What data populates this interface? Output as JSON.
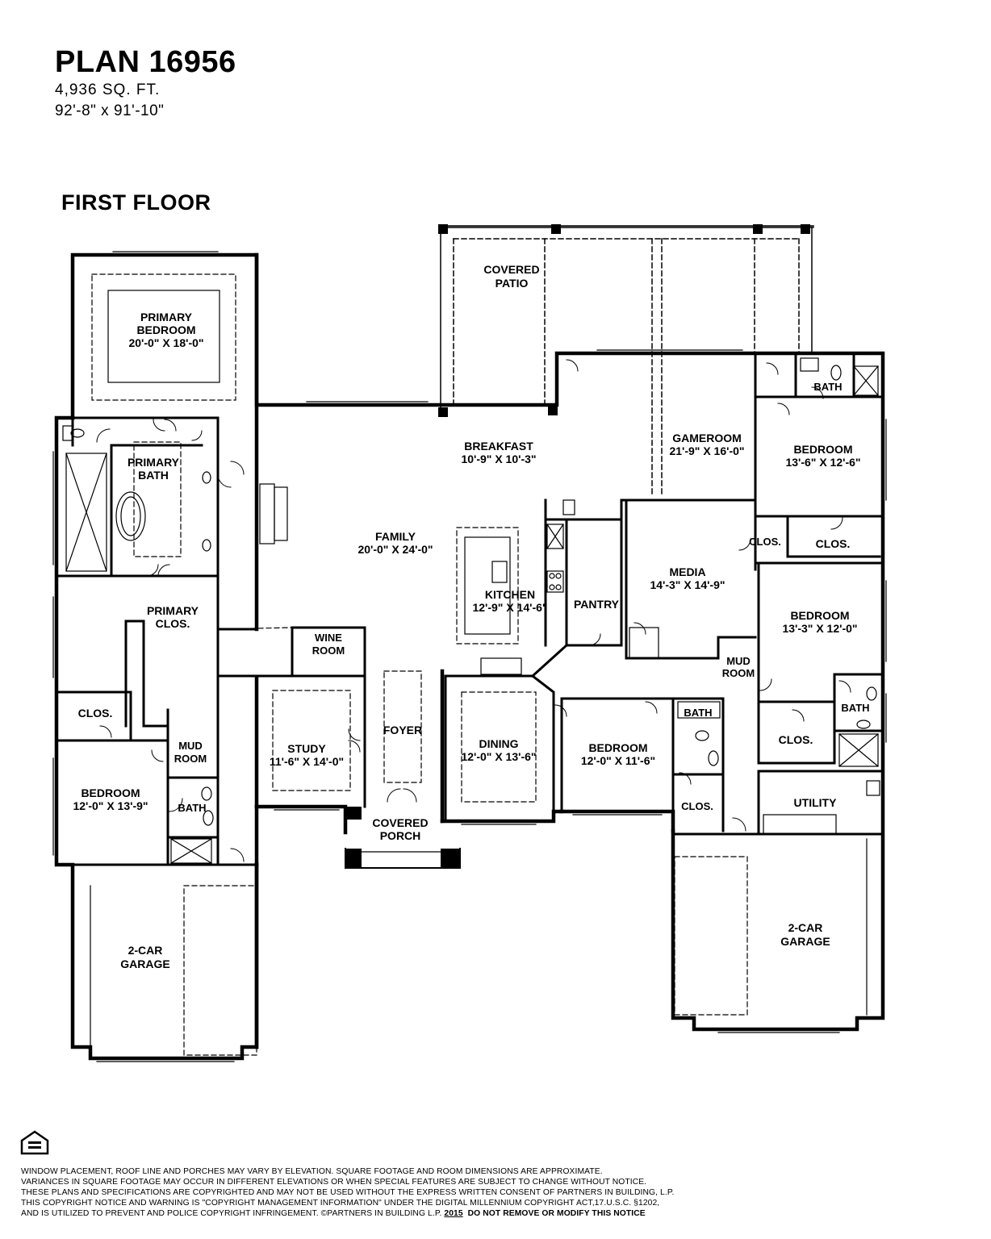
{
  "header": {
    "plan_title": "PLAN 16956",
    "square_feet": "4,936 SQ. FT.",
    "dimensions": "92'-8\" x 91'-10\"",
    "floor_label": "FIRST FLOOR"
  },
  "rooms": {
    "covered_patio": [
      "COVERED",
      "PATIO"
    ],
    "primary_bedroom": [
      "PRIMARY",
      "BEDROOM",
      "20'-0\" X 18'-0\""
    ],
    "primary_bath": [
      "PRIMARY",
      "BATH"
    ],
    "primary_closet": [
      "PRIMARY",
      "CLOS."
    ],
    "breakfast": [
      "BREAKFAST",
      "10'-9\" X 10'-3\""
    ],
    "gameroom": [
      "GAMEROOM",
      "21'-9\" X 16'-0\""
    ],
    "bath_top_right": [
      "BATH"
    ],
    "bedroom_top_right": [
      "BEDROOM",
      "13'-6\" X 12'-6\""
    ],
    "family": [
      "FAMILY",
      "20'-0\" X 24'-0\""
    ],
    "kitchen": [
      "KITCHEN",
      "12'-9\" X 14'-6\""
    ],
    "pantry": [
      "PANTRY"
    ],
    "media": [
      "MEDIA",
      "14'-3\" X 14'-9\""
    ],
    "closet_media": [
      "CLOS."
    ],
    "closet_bedroom_top_right": [
      "CLOS."
    ],
    "bedroom_right_middle": [
      "BEDROOM",
      "13'-3\" X 12'-0\""
    ],
    "wine_room": [
      "WINE",
      "ROOM"
    ],
    "mud_room_center": [
      "MUD",
      "ROOM"
    ],
    "study": [
      "STUDY",
      "11'-6\" X 14'-0\""
    ],
    "foyer": [
      "FOYER"
    ],
    "dining": [
      "DINING",
      "12'-0\" X 13'-6\""
    ],
    "bedroom_center": [
      "BEDROOM",
      "12'-0\" X 11'-6\""
    ],
    "bath_center": [
      "BATH"
    ],
    "bath_right": [
      "BATH"
    ],
    "closet_right": [
      "CLOS."
    ],
    "closet_center": [
      "CLOS."
    ],
    "utility": [
      "UTILITY"
    ],
    "closet_left": [
      "CLOS."
    ],
    "mud_room_left": [
      "MUD",
      "ROOM"
    ],
    "bedroom_left": [
      "BEDROOM",
      "12'-0\" X 13'-9\""
    ],
    "bath_left": [
      "BATH"
    ],
    "covered_porch": [
      "COVERED",
      "PORCH"
    ],
    "garage_left": [
      "2-CAR",
      "GARAGE"
    ],
    "garage_right": [
      "2-CAR",
      "GARAGE"
    ]
  },
  "disclaimer": {
    "line1": "WINDOW PLACEMENT, ROOF LINE AND PORCHES MAY VARY BY ELEVATION.  SQUARE FOOTAGE AND ROOM DIMENSIONS ARE APPROXIMATE.",
    "line2": "VARIANCES IN SQUARE FOOTAGE MAY OCCUR IN DIFFERENT ELEVATIONS OR WHEN SPECIAL FEATURES ARE SUBJECT TO CHANGE WITHOUT NOTICE.",
    "line3": "THESE PLANS AND SPECIFICATIONS ARE COPYRIGHTED AND MAY NOT BE USED WITHOUT THE EXPRESS WRITTEN CONSENT OF PARTNERS IN BUILDING, L.P.",
    "line4": "THIS COPYRIGHT NOTICE AND WARNING IS \"COPYRIGHT MANAGEMENT INFORMATION\" UNDER THE DIGITAL MILLENNIUM COPYRIGHT ACT,17.U.S.C. §1202,",
    "line5a": "AND IS UTILIZED TO PREVENT AND POLICE COPYRIGHT INFRINGEMENT. ©PARTNERS IN BUILDING L.P.  ",
    "year": "2015",
    "line5b": "DO NOT REMOVE OR MODIFY THIS NOTICE"
  },
  "colors": {
    "ink": "#000000",
    "paper": "#ffffff"
  },
  "icons": {
    "equal_housing": "equal-housing-opportunity-icon"
  }
}
